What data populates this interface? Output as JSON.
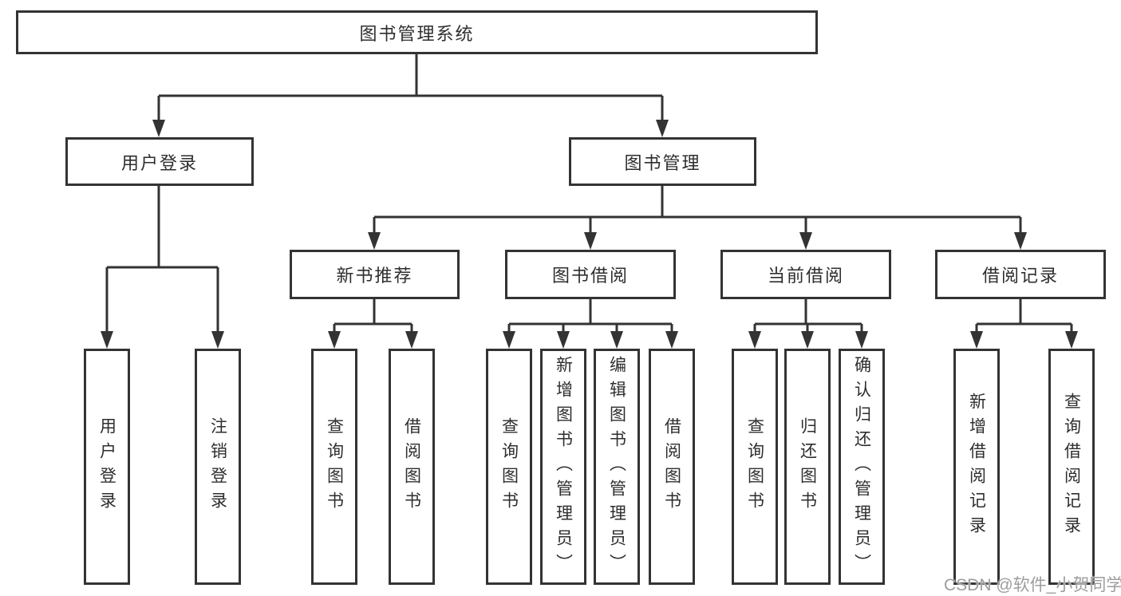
{
  "diagram": {
    "root": "图书管理系统",
    "user_login": {
      "label": "用户登录",
      "children": [
        "用户登录",
        "注销登录"
      ]
    },
    "book_mgmt": {
      "label": "图书管理",
      "sections": {
        "new_book_rec": {
          "label": "新书推荐",
          "children": [
            "查询图书",
            "借阅图书"
          ]
        },
        "book_borrow": {
          "label": "图书借阅",
          "children": [
            "查询图书",
            "新增图书（管理员）",
            "编辑图书（管理员）",
            "借阅图书"
          ]
        },
        "current_borrow": {
          "label": "当前借阅",
          "children": [
            "查询图书",
            "归还图书",
            "确认归还（管理员）"
          ]
        },
        "borrow_records": {
          "label": "借阅记录",
          "children": [
            "新增借阅记录",
            "查询借阅记录"
          ]
        }
      }
    }
  },
  "colors": {
    "line": "#333333",
    "box_border": "#333333",
    "text": "#2e2e2e",
    "background": "#ffffff",
    "watermark": "#9d9d9d"
  },
  "watermark": "CSDN @软件_小贺同学"
}
